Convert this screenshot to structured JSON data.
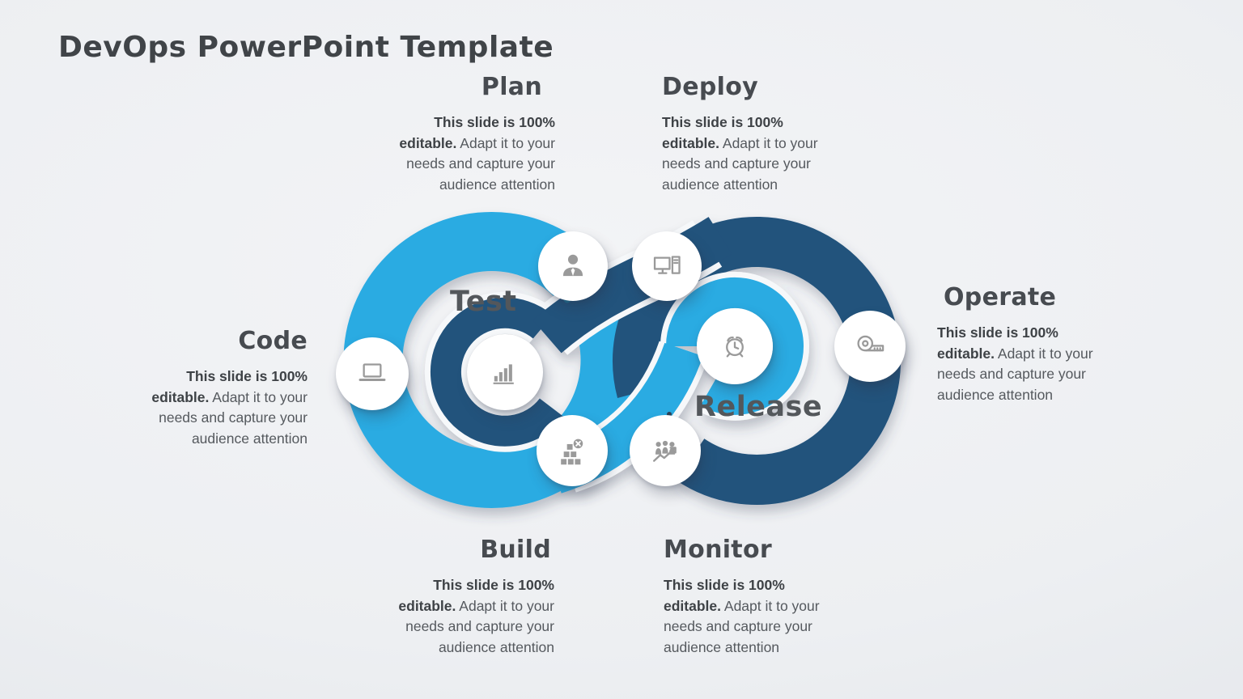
{
  "title": "DevOps PowerPoint Template",
  "colors": {
    "light_blue": "#29ABE2",
    "dark_blue": "#21527C",
    "white_outline": "#F6F8FA",
    "icon_gray": "#9A9A9A",
    "heading_gray": "#474B50",
    "body_gray": "#55595E",
    "plan_tip_dot": "#1B6F94",
    "monitor_tip_dot": "#2D4357"
  },
  "stages": [
    {
      "id": "plan",
      "label": "Plan",
      "icon": "businessman-icon"
    },
    {
      "id": "deploy",
      "label": "Deploy",
      "icon": "desktop-computer-icon"
    },
    {
      "id": "code",
      "label": "Code",
      "icon": "laptop-icon"
    },
    {
      "id": "operate",
      "label": "Operate",
      "icon": "tape-measure-icon"
    },
    {
      "id": "build",
      "label": "Build",
      "icon": "building-blocks-icon"
    },
    {
      "id": "monitor",
      "label": "Monitor",
      "icon": "team-growth-icon"
    },
    {
      "id": "test",
      "label": "Test",
      "icon": "bar-chart-icon"
    },
    {
      "id": "release",
      "label": "Release",
      "icon": "alarm-clock-icon"
    }
  ],
  "description": {
    "full_text": "This slide is 100% editable. Adapt it to your needs and capture your audience attention",
    "lines": [
      {
        "bold": "This slide is 100%",
        "regular": ""
      },
      {
        "bold": "editable.",
        "regular": " Adapt it to your"
      },
      {
        "bold": "",
        "regular": "needs and capture your"
      },
      {
        "bold": "",
        "regular": "audience attention"
      }
    ]
  }
}
